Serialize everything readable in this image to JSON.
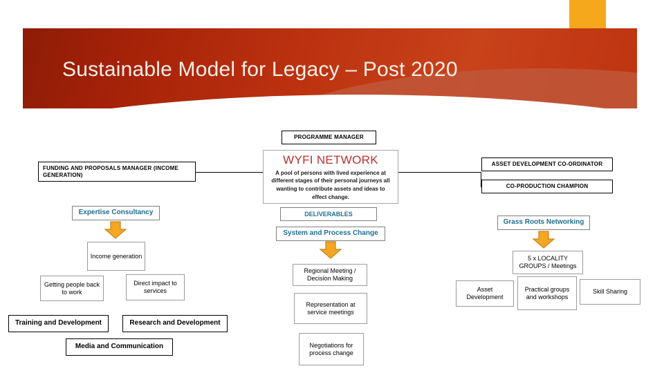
{
  "slide": {
    "title": "Sustainable Model for Legacy – Post 2020",
    "accent_band_color": "#B8300F",
    "accent_bar_color": "#F6A81C",
    "title_color": "#F7EFE9"
  },
  "diagram": {
    "top": {
      "programme_manager": "PROGRAMME MANAGER"
    },
    "center": {
      "network_title": "WYFI NETWORK",
      "network_description": "A pool of persons with lived experience at different stages of their personal journeys all wanting to contribute assets and ideas to effect change.",
      "deliverables": "DELIVERABLES",
      "system_and_process_change": "System and Process Change"
    },
    "left": {
      "funding_manager": "FUNDING AND PROPOSALS MANAGER (INCOME GENERATION)",
      "expertise_consultancy": "Expertise Consultancy",
      "income_generation": "Income generation",
      "getting_people_back_to_work": "Getting people back to work",
      "direct_impact_to_services": "Direct impact to services",
      "training_and_development": "Training and Development",
      "research_and_development": "Research and Development",
      "media_and_communication": "Media and Communication"
    },
    "middle": {
      "regional_meeting": "Regional Meeting / Decision Making",
      "representation": "Representation at service meetings",
      "negotiations": "Negotiations for process change"
    },
    "right": {
      "asset_development_coordinator": "ASSET DEVELOPMENT CO-ORDINATOR",
      "co_production_champion": "CO-PRODUCTION CHAMPION",
      "grass_roots_networking": "Grass Roots Networking",
      "locality_groups": "5 x LOCALITY GROUPS / Meetings",
      "asset_development": "Asset Development",
      "practical_groups": "Practical groups and workshops",
      "skill_sharing": "Skill Sharing"
    },
    "icons": {
      "arrow_down": "arrow-down-icon",
      "arrow_color": "#F5A623"
    }
  }
}
